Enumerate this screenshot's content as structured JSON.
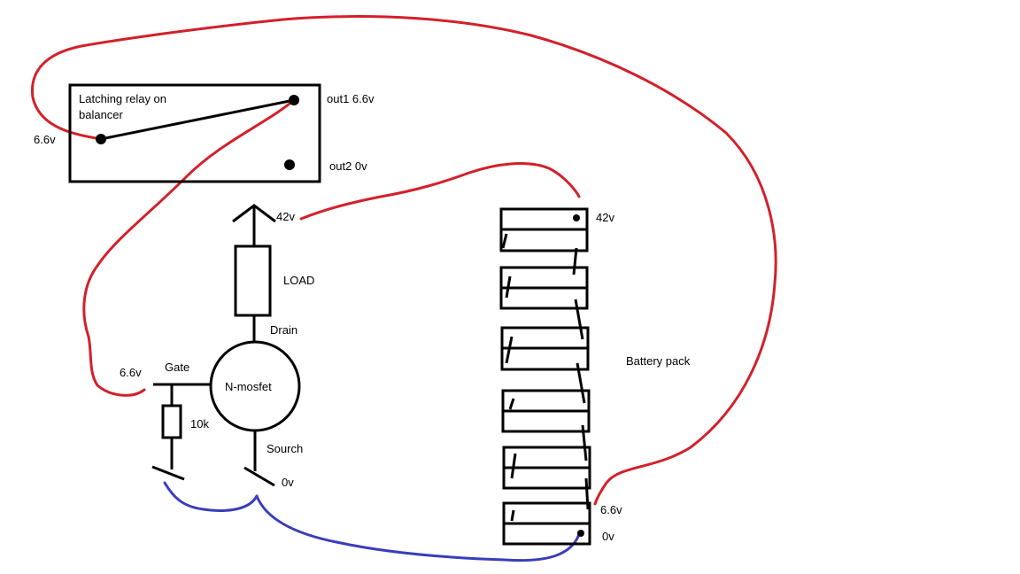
{
  "colors": {
    "ink": "#000000",
    "red_wire": "#d3202a",
    "blue_wire": "#3a3dbb",
    "background": "#ffffff"
  },
  "relay": {
    "label_line1": "Latching relay on",
    "label_line2": "balancer",
    "input_voltage": "6.6v",
    "out1_label": "out1  6.6v",
    "out2_label": "out2  0v"
  },
  "mosfet": {
    "label": "N-mosfet",
    "drain_label": "Drain",
    "gate_label": "Gate",
    "source_label": "Sourch",
    "gate_voltage": "6.6v",
    "source_voltage": "0v",
    "supply_voltage": "42v"
  },
  "load": {
    "label": "LOAD"
  },
  "resistor": {
    "label": "10k"
  },
  "battery": {
    "label": "Battery pack",
    "top_voltage": "42v",
    "tap_voltage": "6.6v",
    "bottom_voltage": "0v"
  }
}
